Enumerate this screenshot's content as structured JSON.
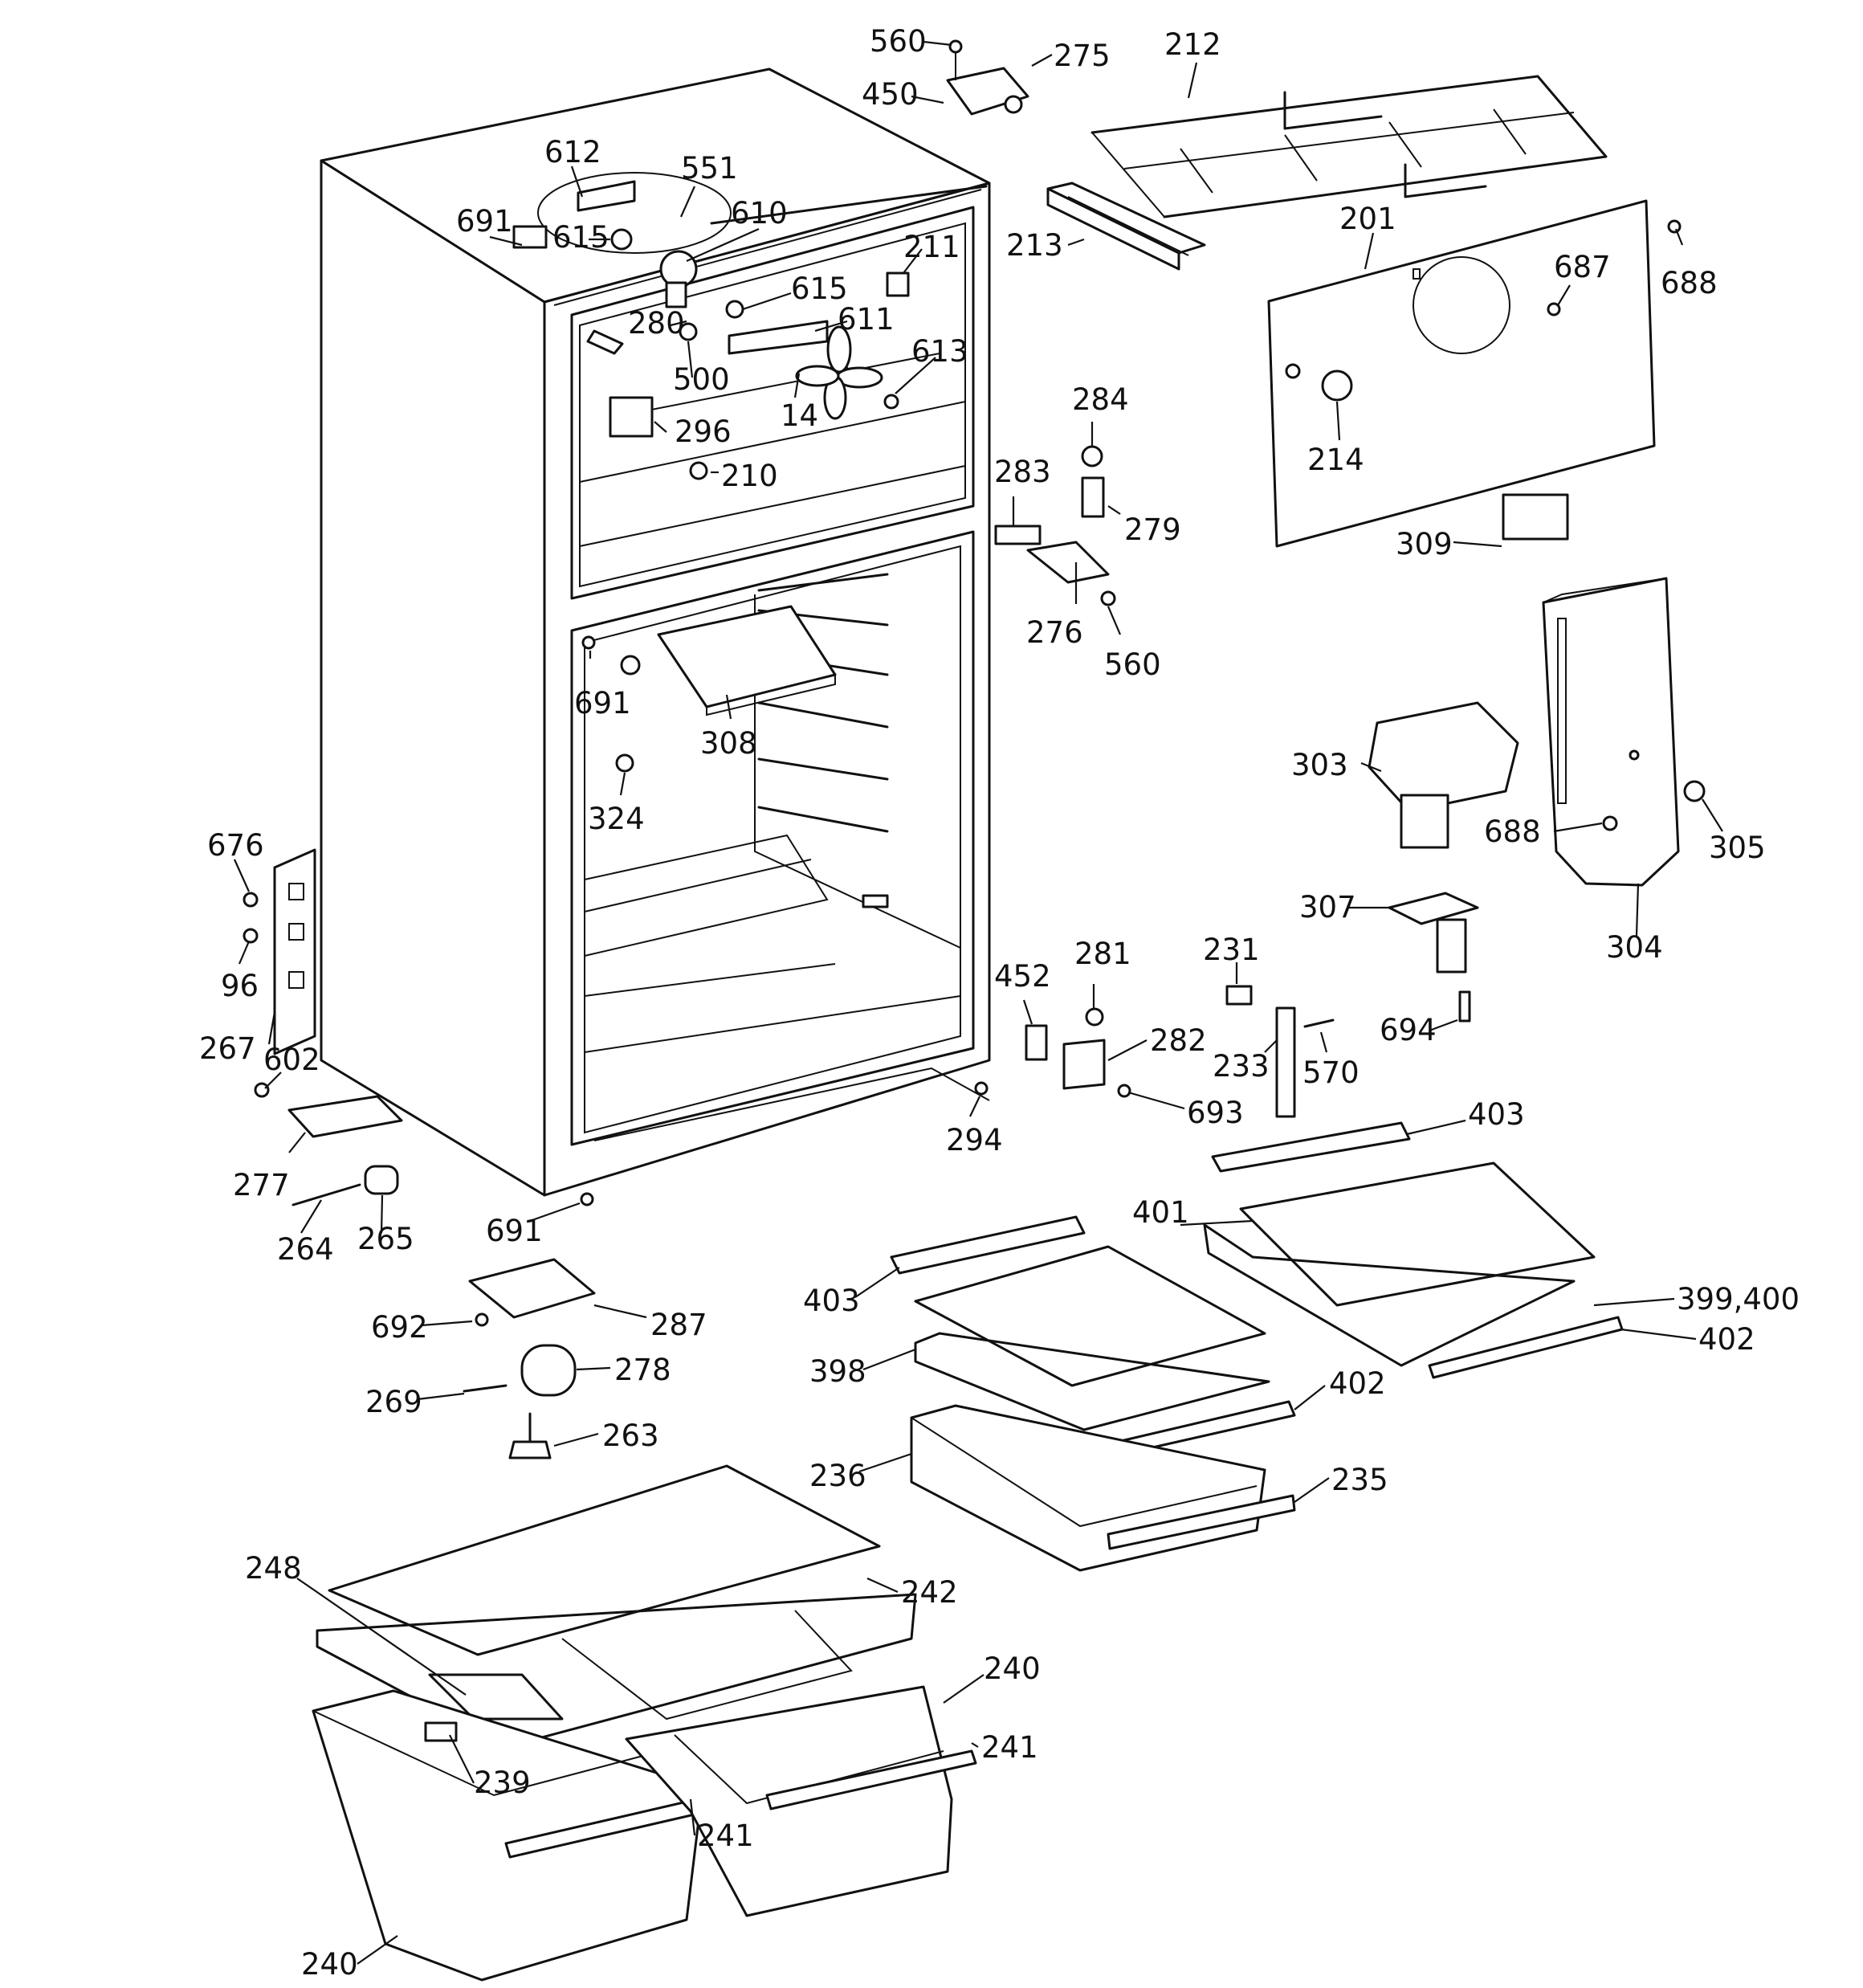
{
  "labels": [
    {
      "id": "560-top",
      "text": "560"
    },
    {
      "id": "275",
      "text": "275"
    },
    {
      "id": "450",
      "text": "450"
    },
    {
      "id": "212",
      "text": "212"
    },
    {
      "id": "612",
      "text": "612"
    },
    {
      "id": "551",
      "text": "551"
    },
    {
      "id": "691-top",
      "text": "691"
    },
    {
      "id": "615-a",
      "text": "615"
    },
    {
      "id": "610",
      "text": "610"
    },
    {
      "id": "211",
      "text": "211"
    },
    {
      "id": "615-b",
      "text": "615"
    },
    {
      "id": "280",
      "text": "280"
    },
    {
      "id": "611",
      "text": "611"
    },
    {
      "id": "213",
      "text": "213"
    },
    {
      "id": "201",
      "text": "201"
    },
    {
      "id": "687",
      "text": "687"
    },
    {
      "id": "688-top",
      "text": "688"
    },
    {
      "id": "613",
      "text": "613"
    },
    {
      "id": "500",
      "text": "500"
    },
    {
      "id": "14",
      "text": "14"
    },
    {
      "id": "296",
      "text": "296"
    },
    {
      "id": "284",
      "text": "284"
    },
    {
      "id": "214",
      "text": "214"
    },
    {
      "id": "210",
      "text": "210"
    },
    {
      "id": "283",
      "text": "283"
    },
    {
      "id": "279",
      "text": "279"
    },
    {
      "id": "309",
      "text": "309"
    },
    {
      "id": "276",
      "text": "276"
    },
    {
      "id": "560-mid",
      "text": "560"
    },
    {
      "id": "691-mid",
      "text": "691"
    },
    {
      "id": "308",
      "text": "308"
    },
    {
      "id": "303",
      "text": "303"
    },
    {
      "id": "324",
      "text": "324"
    },
    {
      "id": "688-mid",
      "text": "688"
    },
    {
      "id": "305",
      "text": "305"
    },
    {
      "id": "676",
      "text": "676"
    },
    {
      "id": "307",
      "text": "307"
    },
    {
      "id": "304",
      "text": "304"
    },
    {
      "id": "96",
      "text": "96"
    },
    {
      "id": "281",
      "text": "281"
    },
    {
      "id": "231",
      "text": "231"
    },
    {
      "id": "452",
      "text": "452"
    },
    {
      "id": "694",
      "text": "694"
    },
    {
      "id": "267",
      "text": "267"
    },
    {
      "id": "602",
      "text": "602"
    },
    {
      "id": "282",
      "text": "282"
    },
    {
      "id": "233",
      "text": "233"
    },
    {
      "id": "570",
      "text": "570"
    },
    {
      "id": "693",
      "text": "693"
    },
    {
      "id": "294",
      "text": "294"
    },
    {
      "id": "403-a",
      "text": "403"
    },
    {
      "id": "277",
      "text": "277"
    },
    {
      "id": "401",
      "text": "401"
    },
    {
      "id": "691-bot",
      "text": "691"
    },
    {
      "id": "264",
      "text": "264"
    },
    {
      "id": "265",
      "text": "265"
    },
    {
      "id": "403-b",
      "text": "403"
    },
    {
      "id": "399-400",
      "text": "399,400"
    },
    {
      "id": "692",
      "text": "692"
    },
    {
      "id": "287",
      "text": "287"
    },
    {
      "id": "402-a",
      "text": "402"
    },
    {
      "id": "398",
      "text": "398"
    },
    {
      "id": "278",
      "text": "278"
    },
    {
      "id": "269",
      "text": "269"
    },
    {
      "id": "402-b",
      "text": "402"
    },
    {
      "id": "263",
      "text": "263"
    },
    {
      "id": "236",
      "text": "236"
    },
    {
      "id": "235",
      "text": "235"
    },
    {
      "id": "248",
      "text": "248"
    },
    {
      "id": "242",
      "text": "242"
    },
    {
      "id": "240-a",
      "text": "240"
    },
    {
      "id": "241-a",
      "text": "241"
    },
    {
      "id": "239",
      "text": "239"
    },
    {
      "id": "241-b",
      "text": "241"
    },
    {
      "id": "240-b",
      "text": "240"
    }
  ]
}
